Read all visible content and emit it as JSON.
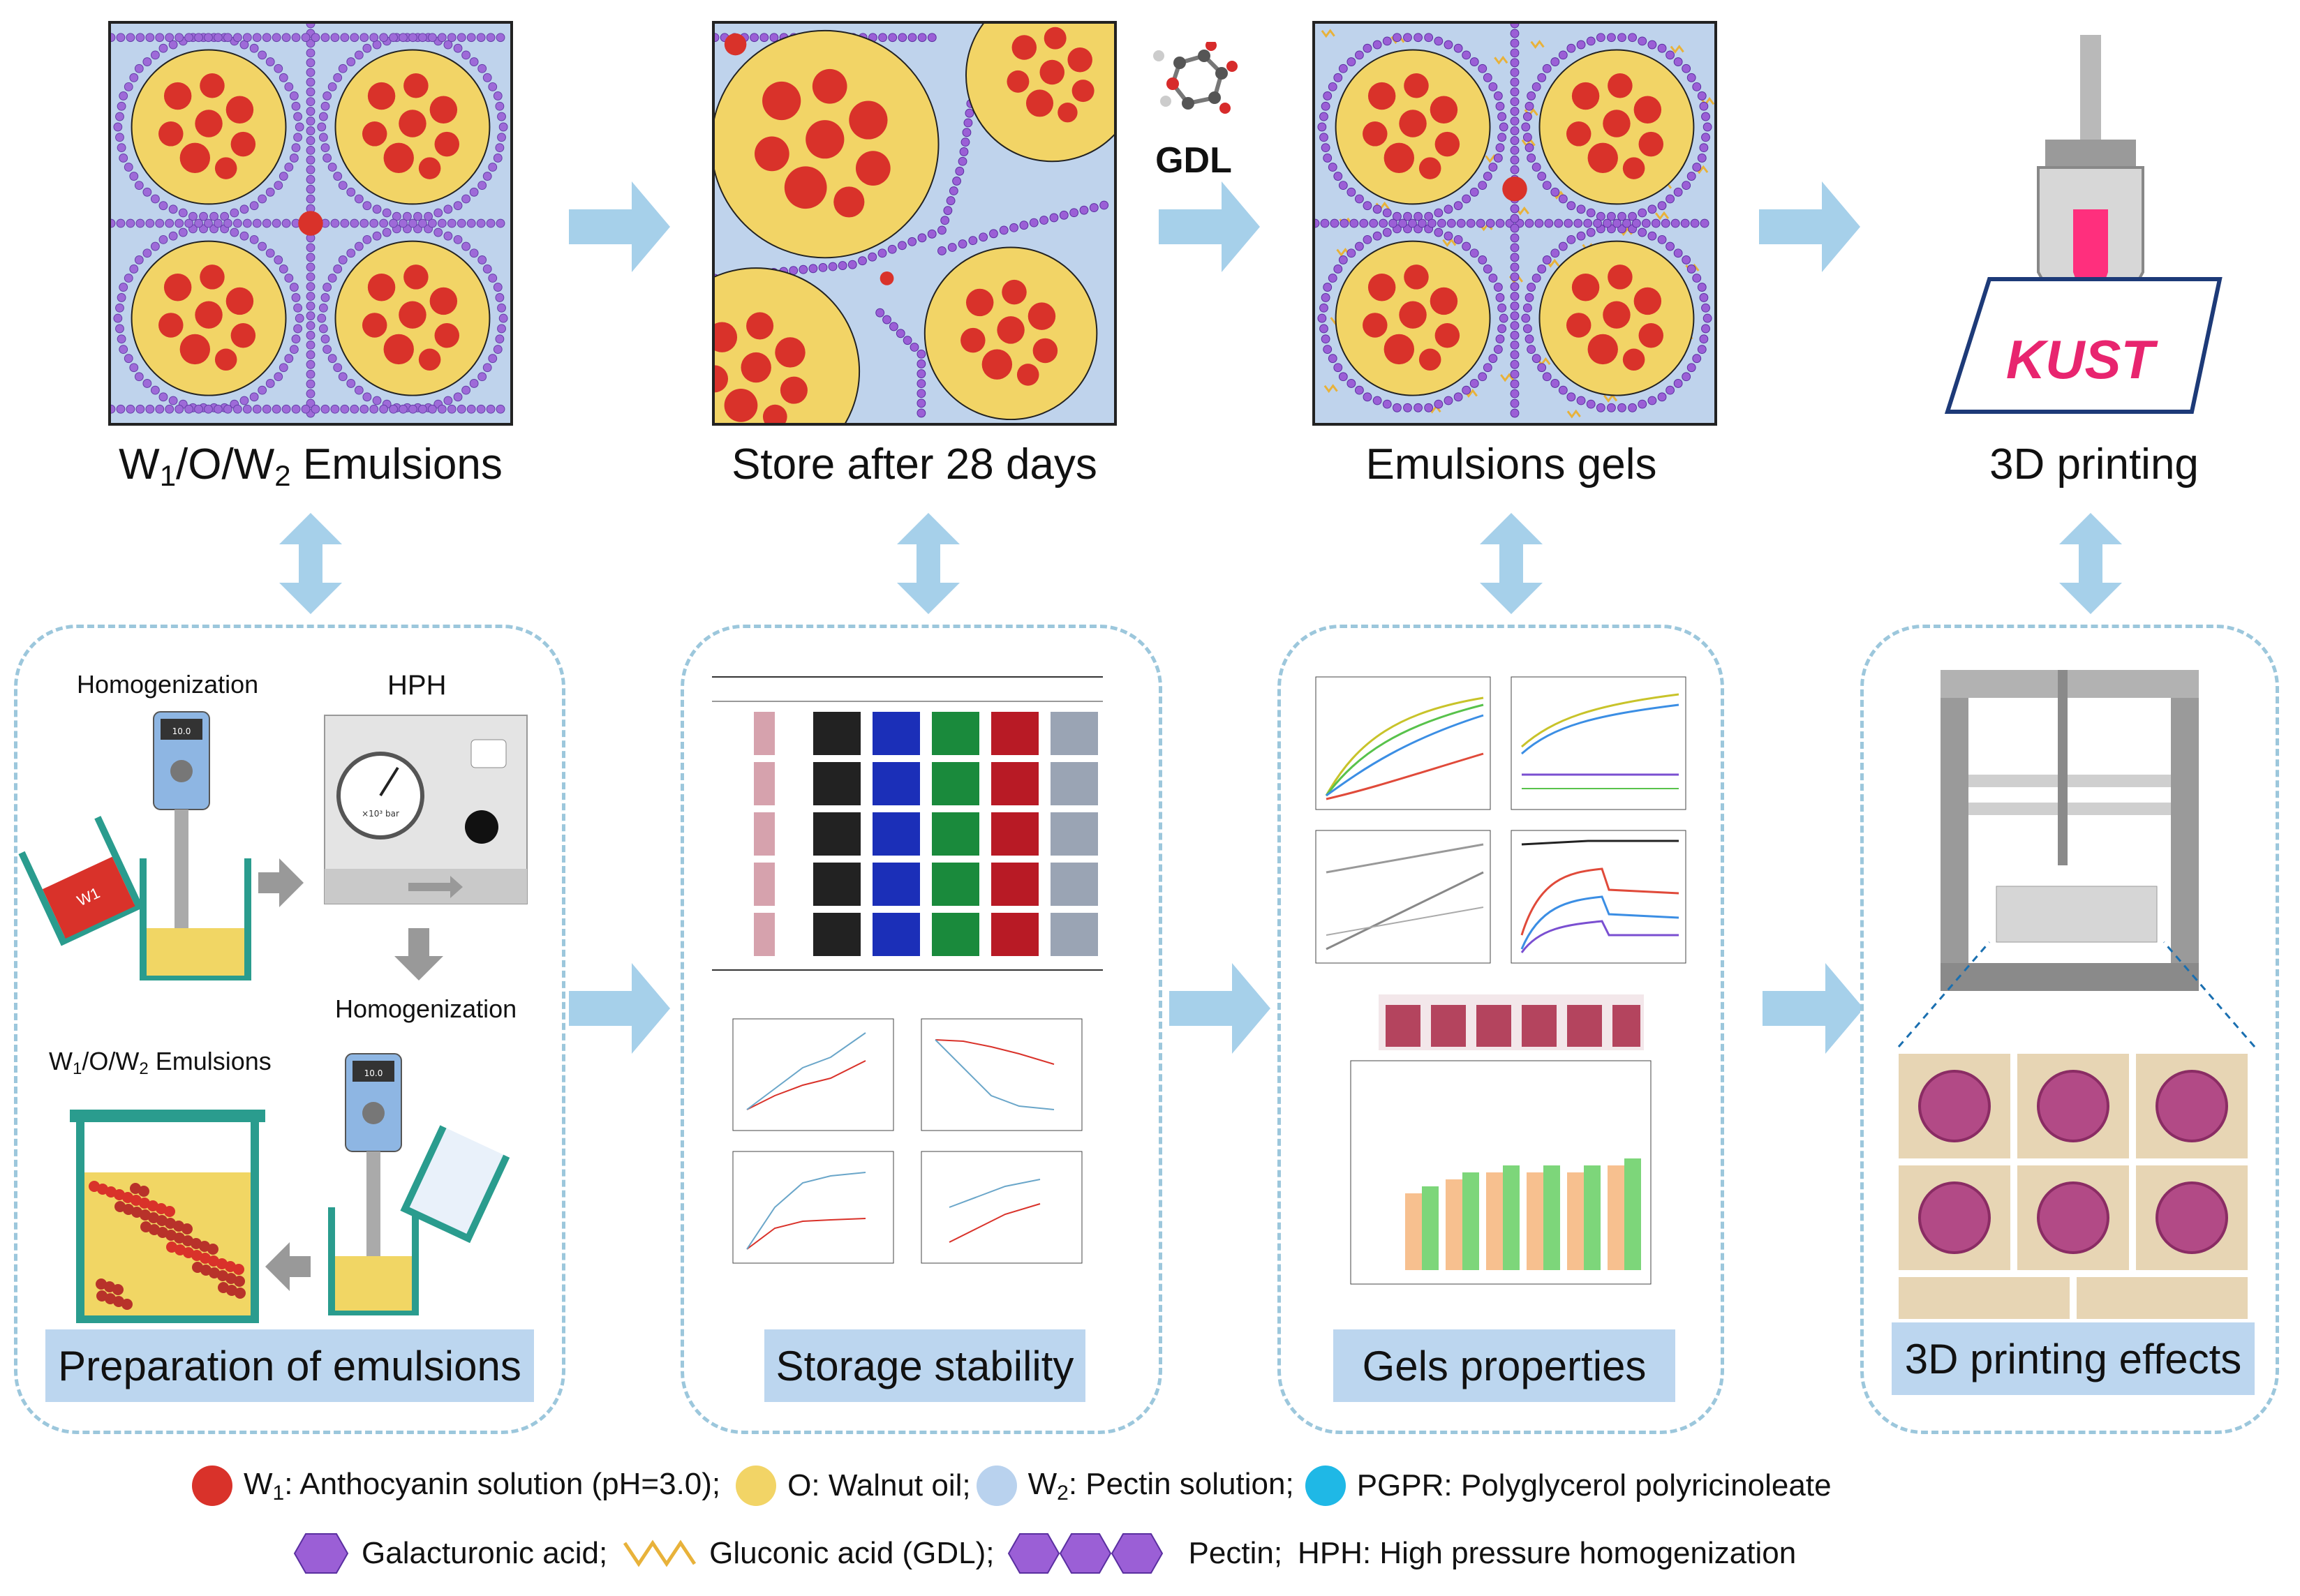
{
  "stages": [
    {
      "label_main": "W",
      "sub1": "1",
      "mid": "/O/W",
      "sub2": "2",
      "tail": " Emulsions"
    },
    {
      "label": "Store after 28 days"
    },
    {
      "label": "Emulsions gels"
    },
    {
      "label": "3D printing"
    }
  ],
  "gdl_label": "GDL",
  "kust_text": "KUST",
  "sections": {
    "prep": {
      "title": "Preparation of emulsions",
      "homogenization_1": "Homogenization",
      "hph": "HPH",
      "homogenization_2": "Homogenization",
      "emulsion_label_main": "W",
      "emulsion_label_sub1": "1",
      "emulsion_label_mid": "/O/W",
      "emulsion_label_sub2": "2",
      "emulsion_label_tail": " Emulsions",
      "beaker_label": "W1",
      "gauge_text": "×10³ bar",
      "display_1": "10.0",
      "display_2": "10.0"
    },
    "storage": {
      "title": "Storage stability"
    },
    "gels": {
      "title": "Gels properties"
    },
    "printing": {
      "title": "3D printing effects"
    }
  },
  "legend": {
    "row1": [
      {
        "code": "W",
        "sub": "1",
        "text": ": Anthocyanin solution (pH=3.0);",
        "color": "#d9322a"
      },
      {
        "code": "O",
        "sub": "",
        "text": ": Walnut oil;",
        "color": "#f2d466"
      },
      {
        "code": "W",
        "sub": "2",
        "text": ": Pectin solution;",
        "color": "#b9d2ee"
      },
      {
        "code": "PGPR",
        "sub": "",
        "text": ": Polyglycerol polyricinoleate",
        "color": "#1fb8e6"
      }
    ],
    "row2": [
      {
        "text": "Galacturonic acid;"
      },
      {
        "text": "Gluconic acid (GDL);"
      },
      {
        "text": "Pectin;"
      },
      {
        "text": "HPH: High pressure homogenization"
      }
    ]
  },
  "colors": {
    "w1": "#d9322a",
    "oil": "#f2d466",
    "w2": "#bfd3ec",
    "pectin": "#9b5fd6",
    "arrow": "#a6d0ea",
    "dashed": "#9cc7dc",
    "title_bg": "#bcd6ef",
    "kust": "#e8256f"
  }
}
